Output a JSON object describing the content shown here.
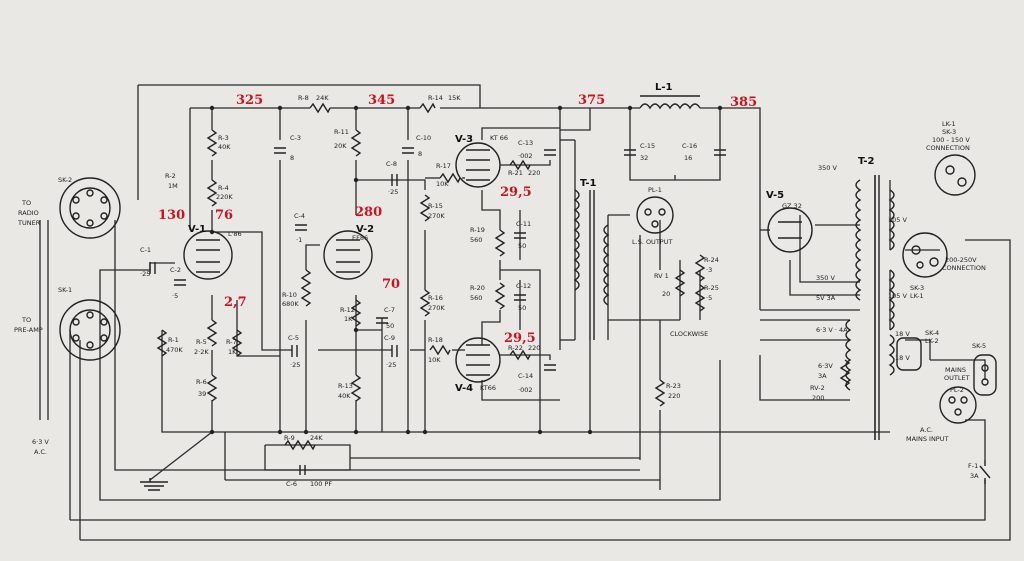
{
  "voltages": {
    "v325": "325",
    "v345": "345",
    "v375": "375",
    "v385": "385",
    "v130": "130",
    "v76": "76",
    "v280": "280",
    "v70": "70",
    "v27": "2,7",
    "v295a": "29,5",
    "v295b": "29,5"
  },
  "tubes": {
    "v1": "V-1",
    "v1_type": "L'86",
    "v2": "V-2",
    "v2_type": "EF86",
    "v3": "V-3",
    "v3_type": "KT 66",
    "v4": "V-4",
    "v4_type": "KT66",
    "v5": "V-5",
    "v5_type": "GZ 32"
  },
  "resistors": {
    "r1": "R-1",
    "r1v": "470K",
    "r2": "R-2",
    "r2v": "1M",
    "r3": "R-3",
    "r3v": "40K",
    "r4": "R-4",
    "r4v": "220K",
    "r5": "R-5",
    "r5v": "2·2K",
    "r6": "R-6",
    "r6v": "39",
    "r7": "R-7",
    "r7v": "1K",
    "r8": "R-8",
    "r8v": "24K",
    "r9": "R-9",
    "r9v": "24K",
    "r10": "R-10",
    "r10v": "680K",
    "r11": "R-11",
    "r11v": "20K",
    "r12": "R-12",
    "r12v": "1K",
    "r13": "R-13",
    "r13v": "40K",
    "r14": "R-14",
    "r14v": "15K",
    "r15": "R-15",
    "r15v": "270K",
    "r16": "R-16",
    "r16v": "270K",
    "r17": "R-17",
    "r17v": "10K",
    "r18": "R-18",
    "r18v": "10K",
    "r19": "R-19",
    "r19v": "560",
    "r20": "R-20",
    "r20v": "560",
    "r21": "R-21",
    "r21v": "220",
    "r22": "R-22",
    "r22v": "220",
    "r23": "R-23",
    "r23v": "220",
    "r24": "R-24",
    "r24v": "·3",
    "r25": "R-25",
    "r25v": "·5",
    "rv1": "RV 1",
    "rv1v": "20",
    "rv2": "RV-2",
    "rv2v": "200"
  },
  "capacitors": {
    "c1": "C-1",
    "c1v": "·25",
    "c2": "C-2",
    "c2v": "·5",
    "c3": "C-3",
    "c3v": "8",
    "c4": "C-4",
    "c4v": "·1",
    "c5": "C-5",
    "c5v": "·25",
    "c6": "C-6",
    "c6v": "100 PF",
    "c7": "C-7",
    "c7v": "50",
    "c8": "C-8",
    "c8v": "·25",
    "c9": "C-9",
    "c9v": "·25",
    "c10": "C-10",
    "c10v": "8",
    "c11": "C-11",
    "c11v": "50",
    "c12": "C-12",
    "c12v": "50",
    "c13": "C-13",
    "c13v": "·002",
    "c14": "C-14",
    "c14v": "·002",
    "c15": "C-15",
    "c15v": "32",
    "c16": "C-16",
    "c16v": "16"
  },
  "magnetics": {
    "l1": "L-1",
    "t1": "T-1",
    "t2": "T-2"
  },
  "sockets": {
    "sk2": "SK-2",
    "sk2_desc1": "TO",
    "sk2_desc2": "RADIO",
    "sk2_desc3": "TUNER",
    "sk1": "SK-1",
    "sk1_desc1": "TO",
    "sk1_desc2": "PRE-AMP",
    "heater_label": "6·3 V",
    "heater_ac": "A.C.",
    "pl1": "PL-1",
    "pl1_desc": "L.S. OUTPUT",
    "clockwise": "CLOCKWISE",
    "lk1": "LK-1",
    "sk3": "SK-3",
    "lk1_range": "100 - 150 V",
    "lk1_conn": "CONNECTION",
    "sk3b": "SK-3",
    "lk1b": "LK-1",
    "range2": "200-250V",
    "range2_conn": "CONNECTION",
    "sk4": "SK-4",
    "lk2": "LK-2",
    "sk5": "SK-5",
    "mains_outlet1": "MAINS",
    "mains_outlet2": "OUTLET",
    "pl2": "PL-2",
    "mains_in1": "A.C.",
    "mains_in2": "MAINS INPUT",
    "f1": "F-1",
    "f1v": "3A"
  },
  "windings": {
    "w350a": "350 V",
    "w350b": "350 V",
    "w105a": "105 V",
    "w105b": "105 V",
    "w5v": "5V 3A",
    "w63": "6·3 V · 4A",
    "w63b": "6·3V",
    "w3a": "3A",
    "w18a": "18 V",
    "w18b": "18 V"
  }
}
